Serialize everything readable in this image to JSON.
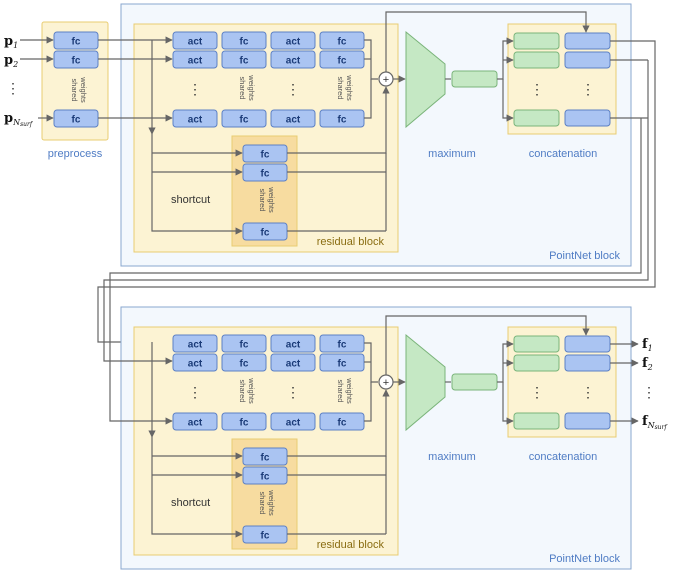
{
  "labels": {
    "preprocess": "preprocess",
    "shortcut": "shortcut",
    "residual_block": "residual block",
    "maximum": "maximum",
    "concatenation": "concatenation",
    "pointnet_block": "PointNet block",
    "shared_weights_line1": "shared",
    "shared_weights_line2": "weights",
    "fc": "fc",
    "act": "act",
    "plus": "+",
    "vdots": "⋮"
  },
  "inputs": [
    {
      "base": "p",
      "sub": "1"
    },
    {
      "base": "p",
      "sub": "2"
    },
    {
      "base": "p",
      "sub": "N",
      "subsub": "surf"
    }
  ],
  "outputs": [
    {
      "base": "f",
      "sub": "1"
    },
    {
      "base": "f",
      "sub": "2"
    },
    {
      "base": "f",
      "sub": "N",
      "subsub": "surf"
    }
  ],
  "colors": {
    "fc_fill": "#aac4f2",
    "fc_stroke": "#5c80c4",
    "green_fill": "#c5e8c4",
    "green_stroke": "#7ab47a",
    "residual_fill": "#fcf3d3",
    "residual_stroke": "#e8cc72",
    "shared_fill": "#f7dca0",
    "pointnet_fill": "#f3f8fd",
    "pointnet_stroke": "#8aa7cf",
    "line": "#666666"
  }
}
